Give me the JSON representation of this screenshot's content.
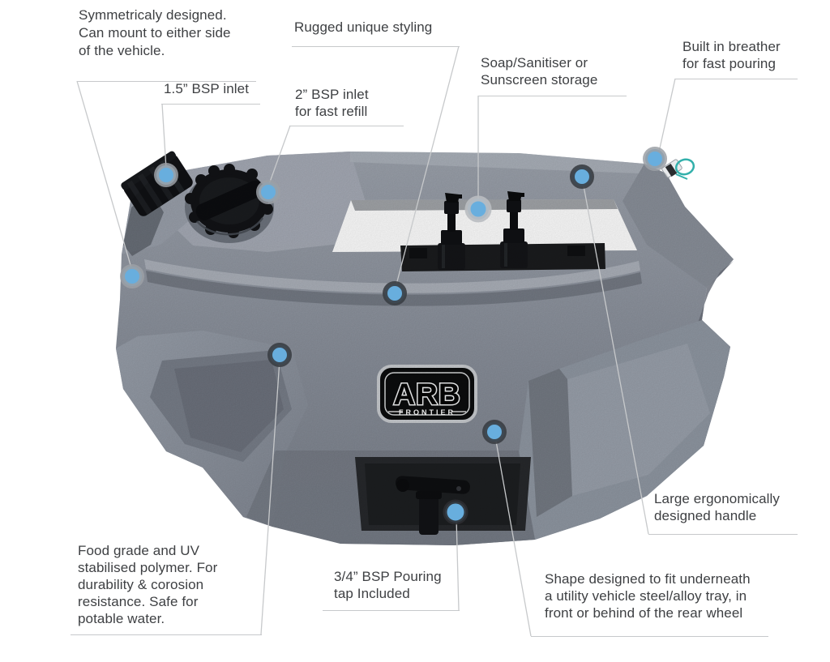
{
  "badge": {
    "brand": "ARB",
    "model": "FRONTIER"
  },
  "callouts": [
    {
      "id": "symmetrical-design",
      "text": "Symmetricaly designed.\nCan mount to either side\nof the vehicle."
    },
    {
      "id": "inlet-1-5",
      "text": "1.5” BSP inlet"
    },
    {
      "id": "inlet-2",
      "text": "2” BSP inlet\nfor fast refill"
    },
    {
      "id": "rugged-styling",
      "text": "Rugged unique styling"
    },
    {
      "id": "soap-storage",
      "text": "Soap/Sanitiser or\nSunscreen storage"
    },
    {
      "id": "breather",
      "text": "Built in breather\nfor fast pouring"
    },
    {
      "id": "handle",
      "text": "Large ergonomically\ndesigned handle"
    },
    {
      "id": "food-grade",
      "text": "Food grade and UV\nstabilised polymer. For\ndurability & corosion\nresistance. Safe for\npotable water."
    },
    {
      "id": "pouring-tap",
      "text": "3/4” BSP Pouring\ntap Included"
    },
    {
      "id": "underbody-shape",
      "text": "Shape designed to fit underneath\na utility vehicle steel/alloy tray, in\nfront or behind of the rear wheel"
    }
  ],
  "colors": {
    "marker_blue": "#68aede",
    "marker_ring_dark": "#3a3e44",
    "marker_ring_light": "#9ba0a6",
    "connector_line": "#c7c9cb",
    "label_text": "#3e4043",
    "tank_light": "#a5abb5",
    "tank_mid": "#878d98",
    "tank_dark": "#5f646e",
    "recess_black": "#1d1f21",
    "breather_teal": "#33b0ab",
    "background": "#ffffff"
  }
}
